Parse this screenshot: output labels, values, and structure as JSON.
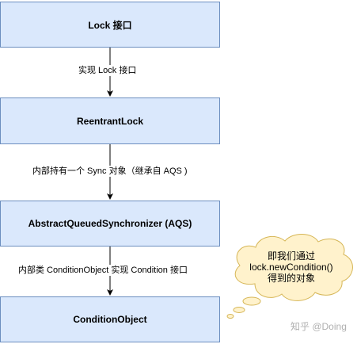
{
  "boxes": {
    "lock_interface": "Lock 接口",
    "reentrant_lock": "ReentrantLock",
    "aqs": "AbstractQueuedSynchronizer (AQS)",
    "condition_object": "ConditionObject"
  },
  "edges": {
    "lock_to_reentrant": "实现 Lock 接口",
    "reentrant_to_aqs": "内部持有一个 Sync 对象（继承自 AQS )",
    "aqs_to_condition": "内部类 ConditionObject 实现 Condition 接口"
  },
  "callout": {
    "line1": "即我们通过",
    "line2": "lock.newCondition()",
    "line3": "得到的对象"
  },
  "watermark": "知乎 @Doing",
  "colors": {
    "box_fill": "#dae8fc",
    "box_border": "#6c8ebf",
    "cloud_fill": "#fff2cc",
    "cloud_border": "#d6b656",
    "arrow": "#000000"
  }
}
